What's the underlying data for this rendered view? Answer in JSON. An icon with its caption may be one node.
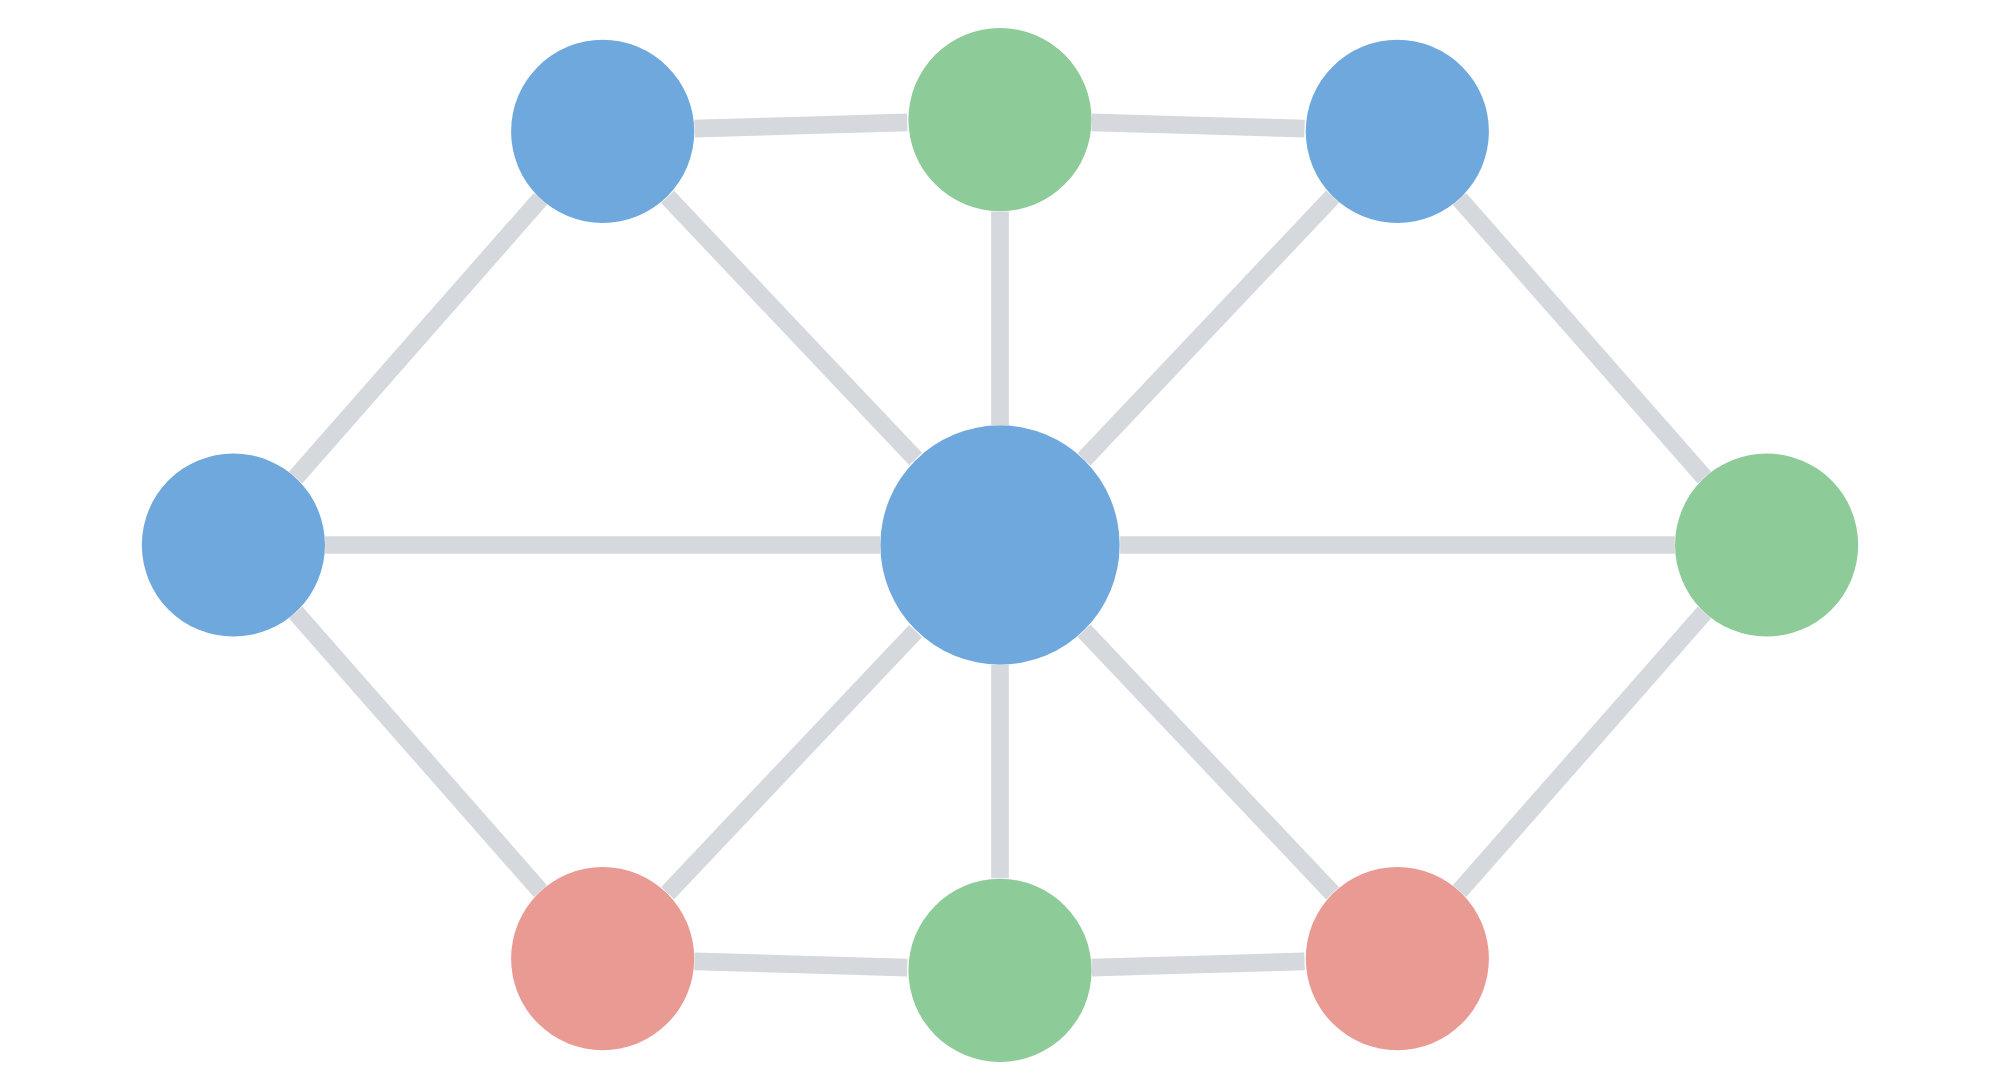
{
  "diagram": {
    "nodes": [
      {
        "text": [],
        "shape": "circle"
      },
      {
        "text": [],
        "shape": "circle"
      },
      {
        "text": [],
        "shape": "circle"
      },
      {
        "text": [],
        "shape": "circle"
      },
      {
        "text": [],
        "shape": "circle"
      },
      {
        "text": [],
        "shape": "circle"
      },
      {
        "text": [],
        "shape": "circle"
      },
      {
        "text": [],
        "shape": "circle"
      },
      {
        "text": [],
        "shape": "circle"
      }
    ],
    "edges": [
      {
        "from": 1,
        "to": 0,
        "arrow": "none"
      },
      {
        "from": 0,
        "to": 2,
        "arrow": "none"
      },
      {
        "from": 0,
        "to": 4,
        "arrow": "none"
      },
      {
        "from": 3,
        "to": 1,
        "arrow": "none"
      },
      {
        "from": 1,
        "to": 4,
        "arrow": "none"
      },
      {
        "from": 4,
        "to": 2,
        "arrow": "none"
      },
      {
        "from": 2,
        "to": 5,
        "arrow": "none"
      },
      {
        "from": 3,
        "to": 4,
        "arrow": "none"
      },
      {
        "from": 4,
        "to": 5,
        "arrow": "none"
      },
      {
        "from": 3,
        "to": 6,
        "arrow": "none"
      },
      {
        "from": 6,
        "to": 4,
        "arrow": "none"
      },
      {
        "from": 4,
        "to": 7,
        "arrow": "none"
      },
      {
        "from": 7,
        "to": 5,
        "arrow": "none"
      },
      {
        "from": 4,
        "to": 8,
        "arrow": "none"
      },
      {
        "from": 6,
        "to": 8,
        "arrow": "none"
      },
      {
        "from": 8,
        "to": 7,
        "arrow": "none"
      }
    ]
  }
}
